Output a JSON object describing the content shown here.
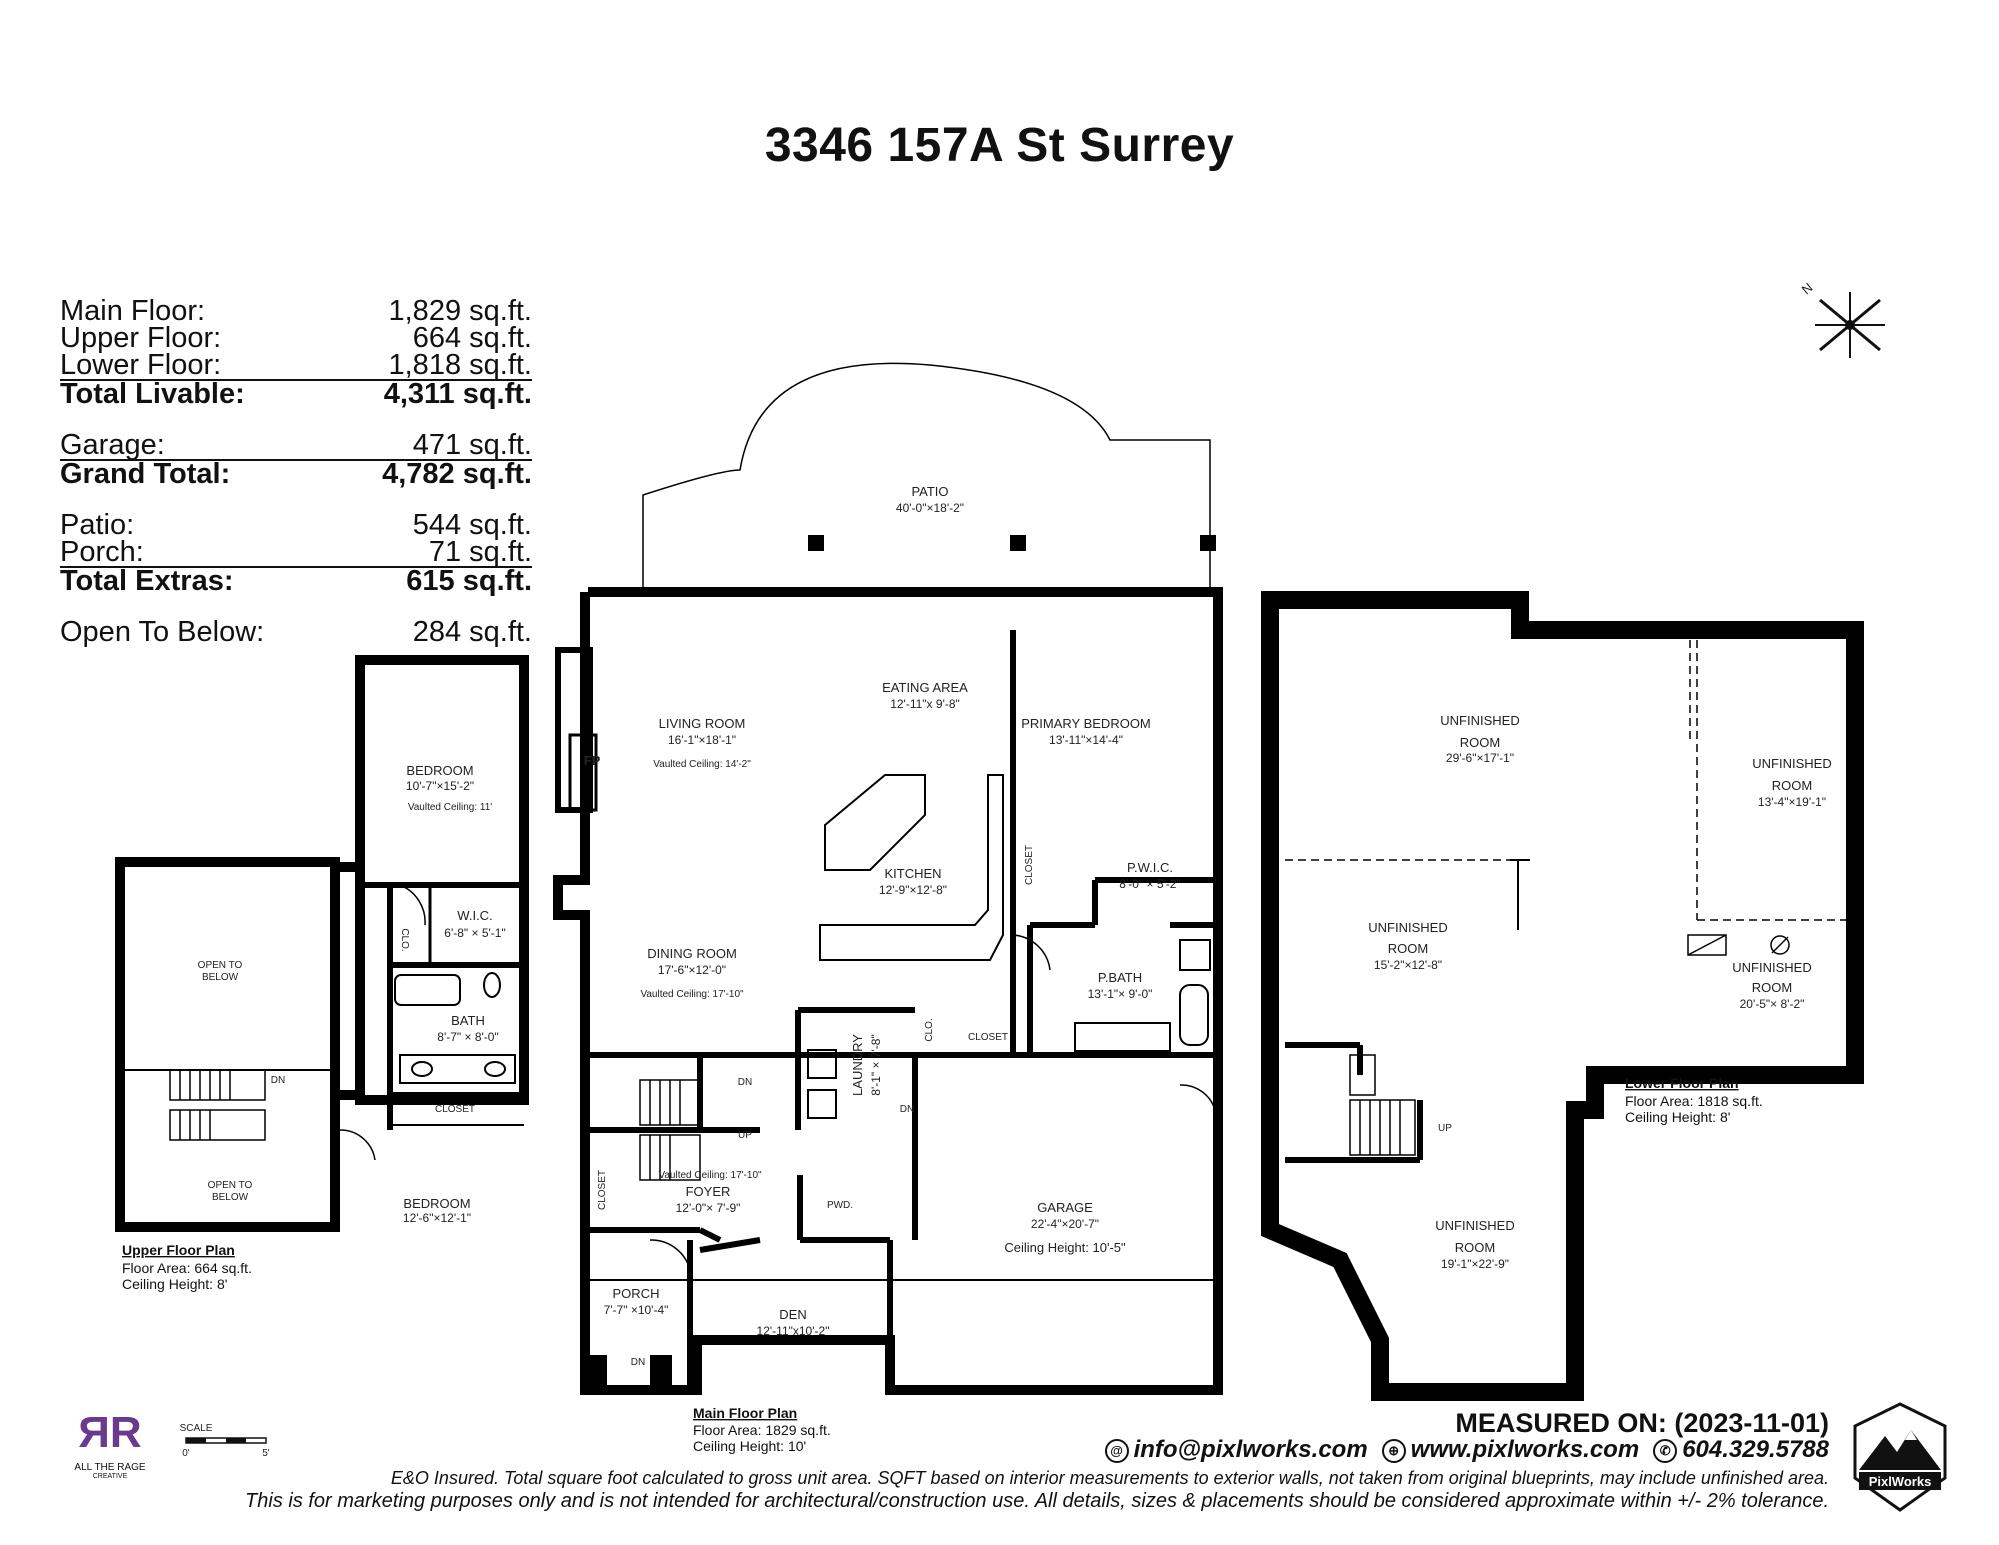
{
  "title": "3346 157A St Surrey",
  "areas": [
    {
      "label": "Main Floor:",
      "value": "1,829 sq.ft.",
      "total": false
    },
    {
      "label": "Upper Floor:",
      "value": "664 sq.ft.",
      "total": false
    },
    {
      "label": "Lower Floor:",
      "value": "1,818 sq.ft.",
      "total": false
    },
    {
      "label": "Total Livable:",
      "value": "4,311 sq.ft.",
      "total": true
    },
    {
      "label": "Garage:",
      "value": "471 sq.ft.",
      "total": false
    },
    {
      "label": "Grand Total:",
      "value": "4,782 sq.ft.",
      "total": true
    },
    {
      "label": "Patio:",
      "value": "544 sq.ft.",
      "total": false
    },
    {
      "label": "Porch:",
      "value": "71 sq.ft.",
      "total": false
    },
    {
      "label": "Total Extras:",
      "value": "615 sq.ft.",
      "total": true
    },
    {
      "label": "Open To Below:",
      "value": "284 sq.ft.",
      "total": false
    }
  ],
  "compass_label": "N",
  "upper_rooms": {
    "bedroom1": {
      "name": "BEDROOM",
      "dims": "10'-7\"×15'-2\"",
      "note": "Vaulted Ceiling: 11'"
    },
    "wic": {
      "name": "W.I.C.",
      "dims": "6'-8\" × 5'-1\""
    },
    "clo": {
      "name": "CLO."
    },
    "bath": {
      "name": "BATH",
      "dims": "8'-7\" × 8'-0\""
    },
    "closet": {
      "name": "CLOSET"
    },
    "bedroom2": {
      "name": "BEDROOM",
      "dims": "12'-6\"×12'-1\""
    },
    "open1": {
      "l1": "OPEN TO",
      "l2": "BELOW"
    },
    "open2": {
      "l1": "OPEN TO",
      "l2": "BELOW"
    },
    "dn": "DN"
  },
  "main_rooms": {
    "patio": {
      "name": "PATIO",
      "dims": "40'-0\"×18'-2\""
    },
    "eating": {
      "name": "EATING AREA",
      "dims": "12'-11\"x 9'-8\""
    },
    "living": {
      "name": "LIVING ROOM",
      "dims": "16'-1\"×18'-1\"",
      "note": "Vaulted Ceiling: 14'-2\""
    },
    "fp": "FP",
    "primary": {
      "name": "PRIMARY BEDROOM",
      "dims": "13'-11\"×14'-4\""
    },
    "kitchen": {
      "name": "KITCHEN",
      "dims": "12'-9\"×12'-8\""
    },
    "closet1": "CLOSET",
    "pwic": {
      "name": "P.W.I.C.",
      "dims": "8'-0\" × 5'-2\""
    },
    "dining": {
      "name": "DINING ROOM",
      "dims": "17'-6\"×12'-0\"",
      "note": "Vaulted Ceiling: 17'-10\""
    },
    "pbath": {
      "name": "P.BATH",
      "dims": "13'-1\"× 9'-0\""
    },
    "laundry": {
      "name": "LAUNDRY",
      "dims": "8'-1\" × 7'-8\""
    },
    "clo": "CLO.",
    "closet2": "CLOSET",
    "foyer": {
      "name": "FOYER",
      "dims": "12'-0\"× 7'-9\"",
      "note": "Vaulted Ceiling: 17'-10\""
    },
    "closet3": "CLOSET",
    "pwd": "PWD.",
    "garage": {
      "name": "GARAGE",
      "dims": "22'-4\"×20'-7\"",
      "note": "Ceiling Height: 10'-5\""
    },
    "porch": {
      "name": "PORCH",
      "dims": "7'-7\" ×10'-4\""
    },
    "den": {
      "name": "DEN",
      "dims": "12'-11\"x10'-2\""
    },
    "dn1": "DN",
    "dn2": "DN",
    "dn3": "DN",
    "up": "UP"
  },
  "lower_rooms": {
    "r1": {
      "l1": "UNFINISHED",
      "l2": "ROOM",
      "dims": "29'-6\"×17'-1\""
    },
    "r2": {
      "l1": "UNFINISHED",
      "l2": "ROOM",
      "dims": "13'-4\"×19'-1\""
    },
    "r3": {
      "l1": "UNFINISHED",
      "l2": "ROOM",
      "dims": "15'-2\"×12'-8\""
    },
    "r4": {
      "l1": "UNFINISHED",
      "l2": "ROOM",
      "dims": "20'-5\"× 8'-2\""
    },
    "r5": {
      "l1": "UNFINISHED",
      "l2": "ROOM",
      "dims": "19'-1\"×22'-9\""
    },
    "up": "UP"
  },
  "plans": {
    "upper": {
      "title": "Upper Floor Plan",
      "area": "Floor Area: 664 sq.ft.",
      "ceiling": "Ceiling Height: 8'"
    },
    "main": {
      "title": "Main Floor Plan",
      "area": "Floor Area: 1829 sq.ft.",
      "ceiling": "Ceiling Height: 10'"
    },
    "lower": {
      "title": "Lower Floor Plan",
      "area": "Floor Area: 1818 sq.ft.",
      "ceiling": "Ceiling Height: 8'"
    }
  },
  "scale": {
    "label": "SCALE",
    "min": "0'",
    "max": "5'"
  },
  "measured_on": "MEASURED ON: (2023-11-01)",
  "contacts": {
    "email": "info@pixlworks.com",
    "web": "www.pixlworks.com",
    "phone": "604.329.5788"
  },
  "disclaimer1": "E&O Insured.  Total square foot calculated to gross unit area. SQFT based on interior measurements to exterior walls, not taken from original blueprints, may include unfinished area.",
  "disclaimer2": "This is for marketing purposes only and is not intended for architectural/construction use.  All details, sizes & placements should be considered approximate within +/- 2%  tolerance.",
  "logo_left": {
    "mark": "ЯR",
    "name": "ALL THE RAGE",
    "sub": "CREATIVE"
  },
  "logo_right": {
    "name": "PixlWorks"
  },
  "colors": {
    "wall": "#000000",
    "logo_purple": "#6a3a8c"
  }
}
